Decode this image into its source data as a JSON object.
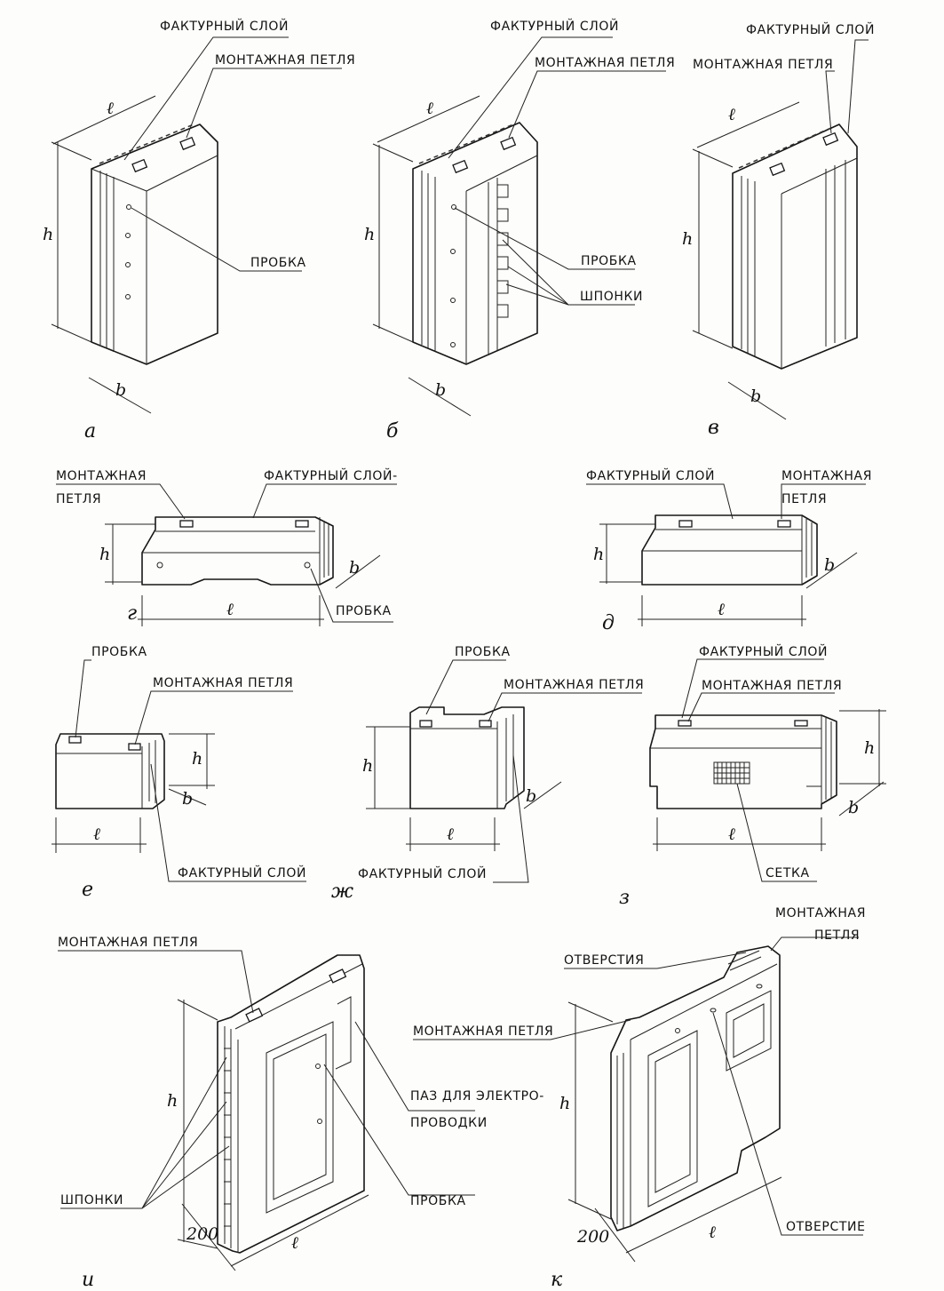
{
  "title": "",
  "labels": {
    "facing": "ФАКТУРНЫЙ СЛОЙ",
    "facing_g": "ФАКТУРНЫЙ СЛОЙ-",
    "loop": "МОНТАЖНАЯ ПЕТЛЯ",
    "loop_w1": "МОНТАЖНАЯ",
    "loop_w2": "ПЕТЛЯ",
    "plug": "ПРОБКА",
    "keys": "ШПОНКИ",
    "mesh": "СЕТКА",
    "groove_1": "ПАЗ ДЛЯ ЭЛЕКТРО-",
    "groove_2": "ПРОВОДКИ",
    "holes": "ОТВЕРСТИЯ",
    "hole": "ОТВЕРСТИЕ"
  },
  "dims": {
    "l": "ℓ",
    "h": "h",
    "b": "b",
    "w200": "200"
  },
  "subfigures": {
    "a": "а",
    "b": "б",
    "v": "в",
    "g": "г",
    "d": "д",
    "e": "е",
    "zh": "ж",
    "z": "з",
    "i": "и",
    "k": "к"
  },
  "colors": {
    "ink": "#161616",
    "paper": "#fdfdfb"
  }
}
